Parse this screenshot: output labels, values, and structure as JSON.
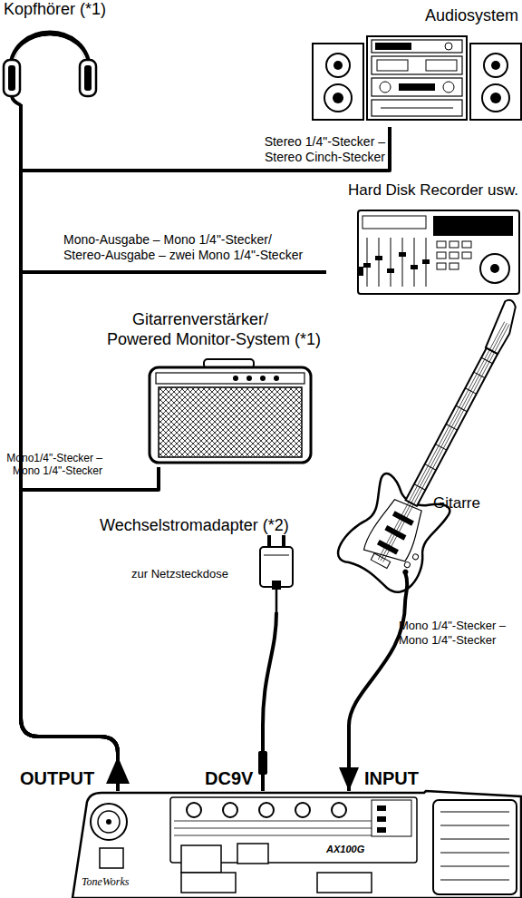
{
  "diagram": {
    "nodes": [
      {
        "text": [
          "Kopfhörer (*1)"
        ]
      },
      {
        "text": [
          "Audiosystem"
        ]
      },
      {
        "text": [
          "Hard Disk Recorder usw."
        ]
      },
      {
        "text": [
          "Gitarrenverstärker/ Powered Monitor-System (*1)"
        ]
      },
      {
        "text": [
          "Gitarre"
        ]
      },
      {
        "text": [
          "Wechselstromadapter (*2)",
          "zur Netzsteckdose"
        ]
      },
      {
        "text": [
          "AX100G",
          "ToneWorks"
        ]
      }
    ],
    "edges": [
      {
        "from": 6,
        "to": 0,
        "arrow": "none"
      },
      {
        "from": 6,
        "to": 1,
        "arrow": "none",
        "label": "Stereo 1/4\"-Stecker – Stereo Cinch-Stecker"
      },
      {
        "from": 6,
        "to": 2,
        "arrow": "none",
        "label": "Mono-Ausgabe – Mono 1/4\"-Stecker/ Stereo-Ausgabe – zwei Mono 1/4\"-Stecker"
      },
      {
        "from": 6,
        "to": 3,
        "arrow": "none",
        "label": "Mono1/4\"-Stecker – Mono 1/4\"-Stecker"
      },
      {
        "from": 4,
        "to": 6,
        "arrow": "to",
        "label": "Mono 1/4\"-Stecker – Mono 1/4\"-Stecker"
      },
      {
        "from": 5,
        "to": 6,
        "arrow": "none"
      }
    ],
    "labels": [
      "OUTPUT",
      "DC9V",
      "INPUT"
    ]
  }
}
